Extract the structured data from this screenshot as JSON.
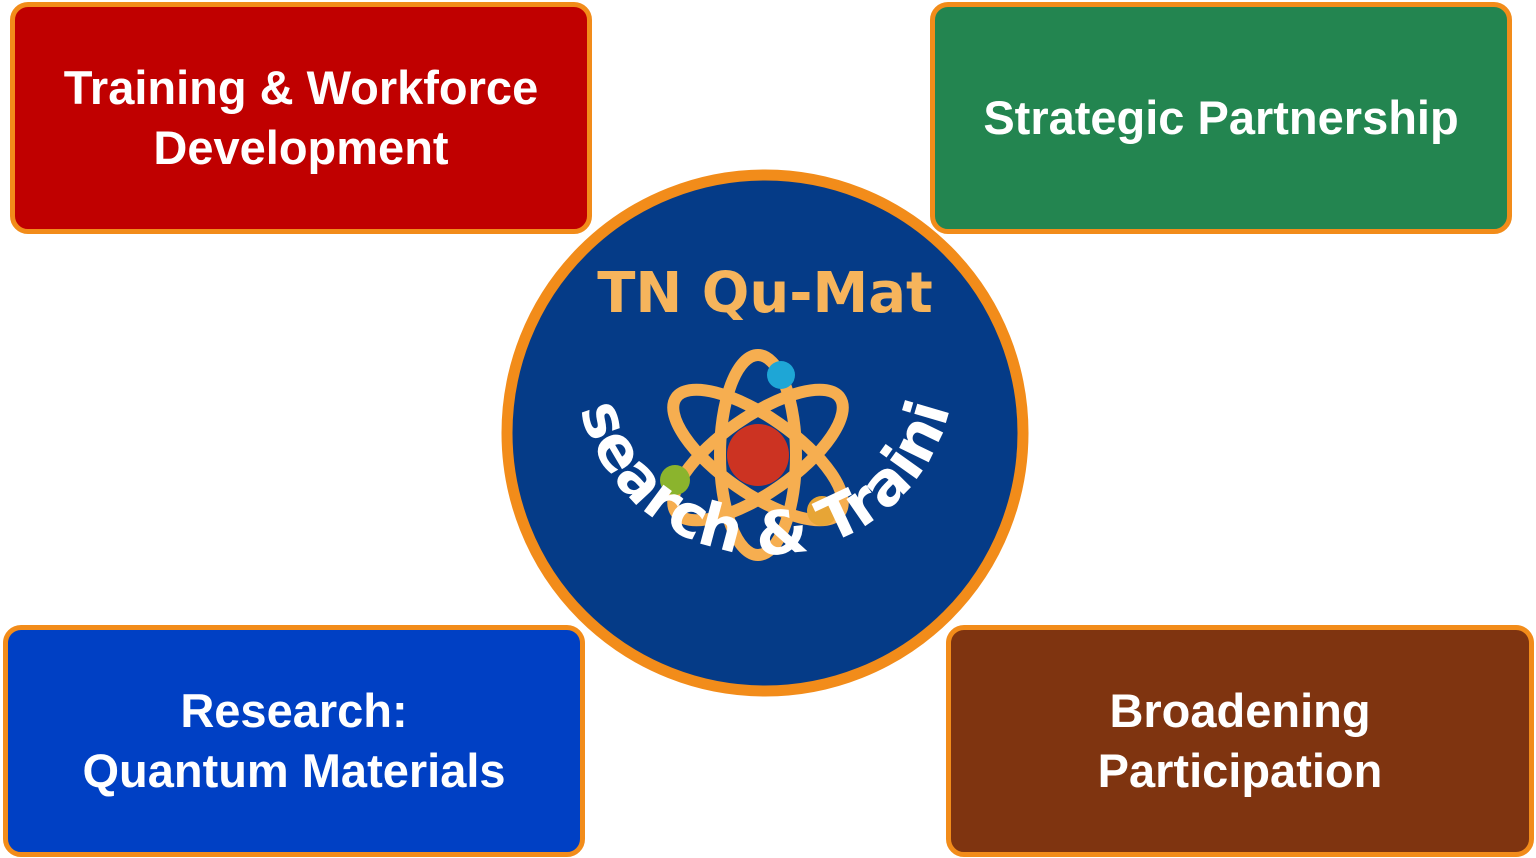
{
  "boxes": {
    "training": {
      "lines": [
        "Training & Workforce",
        "Development"
      ],
      "color": "#C00000"
    },
    "partnership": {
      "lines": [
        "Strategic Partnership"
      ],
      "color": "#238550"
    },
    "research": {
      "lines": [
        "Research:",
        "Quantum Materials"
      ],
      "color": "#0040C4"
    },
    "broadening": {
      "lines": [
        "Broadening",
        "Participation"
      ],
      "color": "#7F3410"
    }
  },
  "logo": {
    "title": "TN Qu-Mat",
    "arc_text": "Research & Training",
    "colors": {
      "disk": "#053B87",
      "ring": "#F28C1A",
      "title": "#F6B45C",
      "orbit": "#F6AE50",
      "nucleus": "#CC3322"
    },
    "electron_colors": [
      "#1EA6D6",
      "#8BB42D",
      "#E7A536"
    ]
  },
  "accent": {
    "box_border": "#F28C1A"
  }
}
